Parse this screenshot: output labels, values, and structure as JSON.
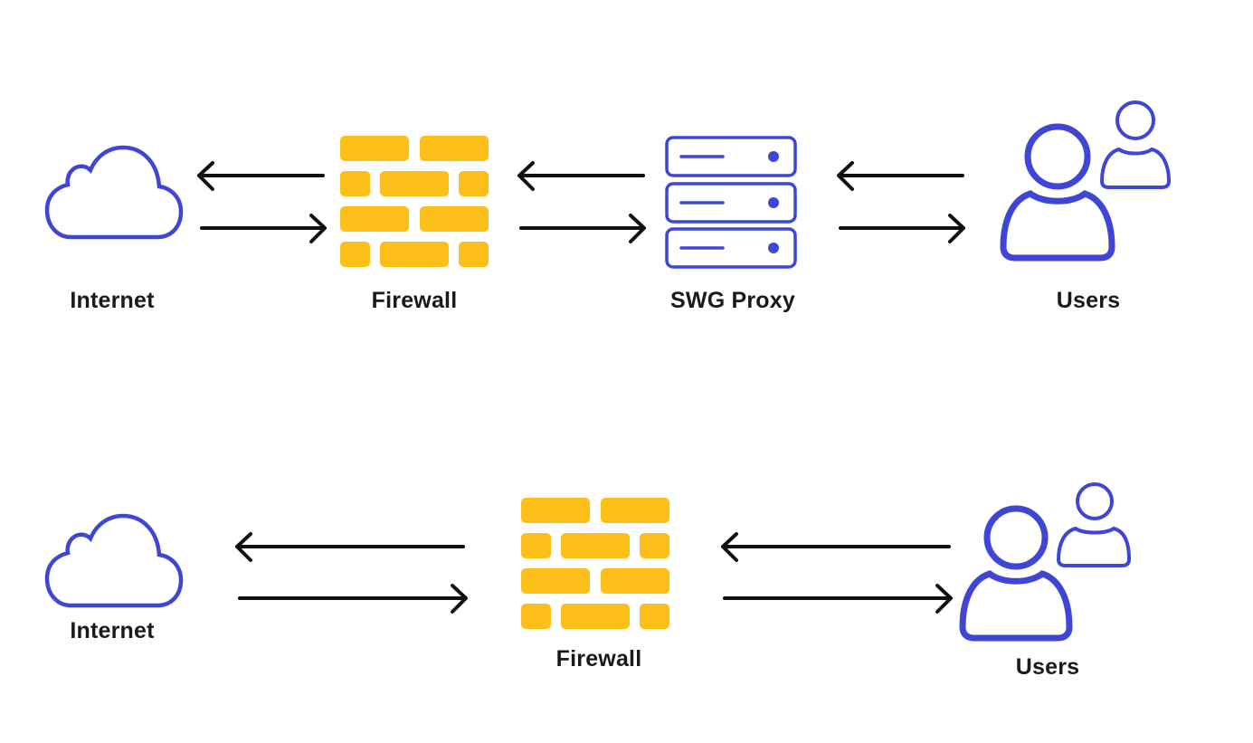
{
  "colors": {
    "icon_blue": "#3f46d6",
    "firewall_yellow": "#fdbf1a",
    "arrow_black": "#111111",
    "text": "#1a1a1a",
    "background": "#ffffff"
  },
  "diagrams": [
    {
      "name": "with-swg-proxy",
      "nodes": [
        {
          "id": "internet",
          "label": "Internet",
          "icon": "cloud-icon"
        },
        {
          "id": "firewall",
          "label": "Firewall",
          "icon": "brick-wall-icon"
        },
        {
          "id": "swg-proxy",
          "label": "SWG Proxy",
          "icon": "server-stack-icon"
        },
        {
          "id": "users",
          "label": "Users",
          "icon": "users-icon"
        }
      ],
      "connections": [
        {
          "from": "firewall",
          "to": "internet",
          "direction": "left"
        },
        {
          "from": "internet",
          "to": "firewall",
          "direction": "right"
        },
        {
          "from": "swg-proxy",
          "to": "firewall",
          "direction": "left"
        },
        {
          "from": "firewall",
          "to": "swg-proxy",
          "direction": "right"
        },
        {
          "from": "users",
          "to": "swg-proxy",
          "direction": "left"
        },
        {
          "from": "swg-proxy",
          "to": "users",
          "direction": "right"
        }
      ]
    },
    {
      "name": "without-swg-proxy",
      "nodes": [
        {
          "id": "internet",
          "label": "Internet",
          "icon": "cloud-icon"
        },
        {
          "id": "firewall",
          "label": "Firewall",
          "icon": "brick-wall-icon"
        },
        {
          "id": "users",
          "label": "Users",
          "icon": "users-icon"
        }
      ],
      "connections": [
        {
          "from": "firewall",
          "to": "internet",
          "direction": "left"
        },
        {
          "from": "internet",
          "to": "firewall",
          "direction": "right"
        },
        {
          "from": "users",
          "to": "firewall",
          "direction": "left"
        },
        {
          "from": "firewall",
          "to": "users",
          "direction": "right"
        }
      ]
    }
  ]
}
